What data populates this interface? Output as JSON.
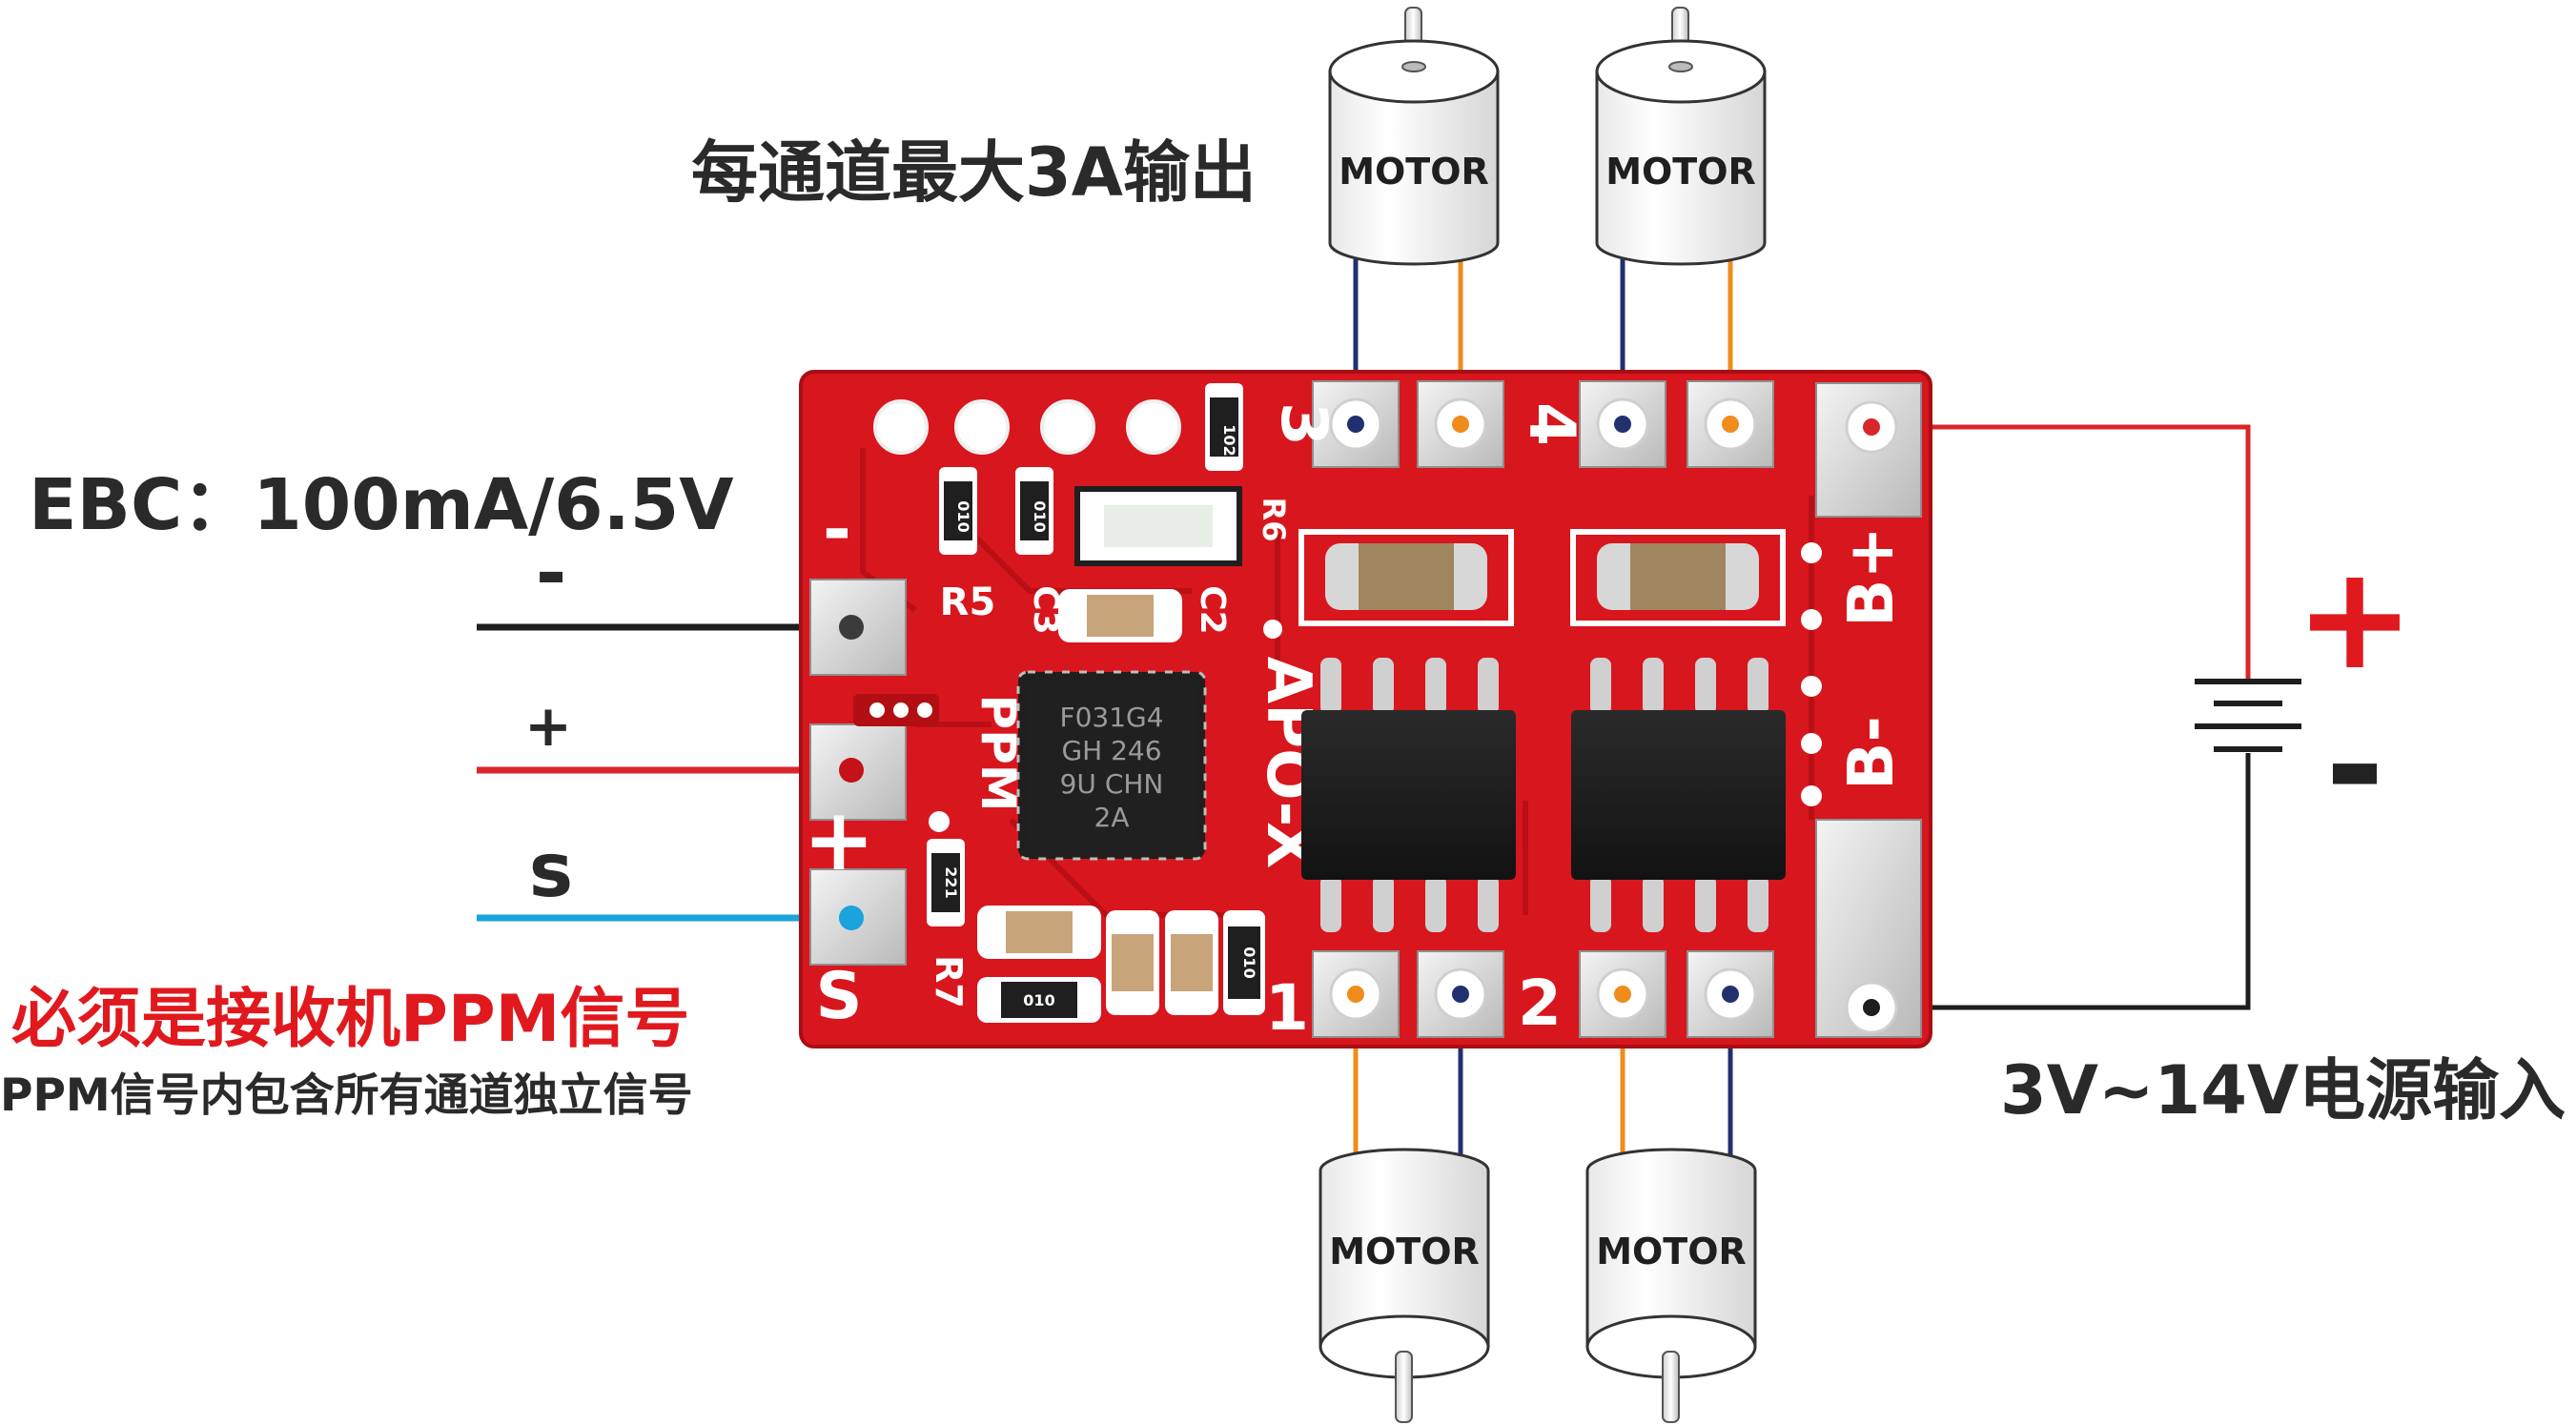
{
  "labels": {
    "output_title": "每通道最大3A输出",
    "ebc_spec": "EBC：100mA/6.5V",
    "ppm_title": "必须是接收机PPM信号",
    "ppm_subtitle": "PPM信号内包含所有通道独立信号",
    "power_input": "3V~14V电源输入"
  },
  "signal_pins": {
    "minus": "-",
    "plus": "+",
    "signal": "s"
  },
  "battery": {
    "plus": "+",
    "minus": "-"
  },
  "motors": [
    {
      "label": "MOTOR"
    },
    {
      "label": "MOTOR"
    },
    {
      "label": "MOTOR"
    },
    {
      "label": "MOTOR"
    }
  ],
  "board": {
    "model": "APO-X",
    "ppm_silk": "PPM",
    "channel_3": "3",
    "channel_4": "4",
    "channel_1": "1",
    "channel_2": "2",
    "b_plus": "B+",
    "b_minus": "B-",
    "pin_minus_silk": "-",
    "pin_plus_silk": "+",
    "pin_s_silk": "S",
    "r5": "R5",
    "c3": "C3",
    "c2": "C2",
    "r7": "R7",
    "r6": "R6",
    "mcu_text": [
      "F031G4",
      "GH 246",
      "9U CHN",
      "2A"
    ],
    "res_102": "102",
    "res_010a": "010",
    "res_010b": "010",
    "res_221": "221",
    "res_010c": "010",
    "res_010d": "010"
  },
  "colors": {
    "pcb": "#d8161d",
    "wire_red": "#d9262a",
    "wire_black": "#1e1e1e",
    "wire_blue": "#1aa3dc",
    "motor_wire_navy": "#23306f",
    "motor_wire_orange": "#ef8c1c",
    "label_red": "#e0191e"
  }
}
